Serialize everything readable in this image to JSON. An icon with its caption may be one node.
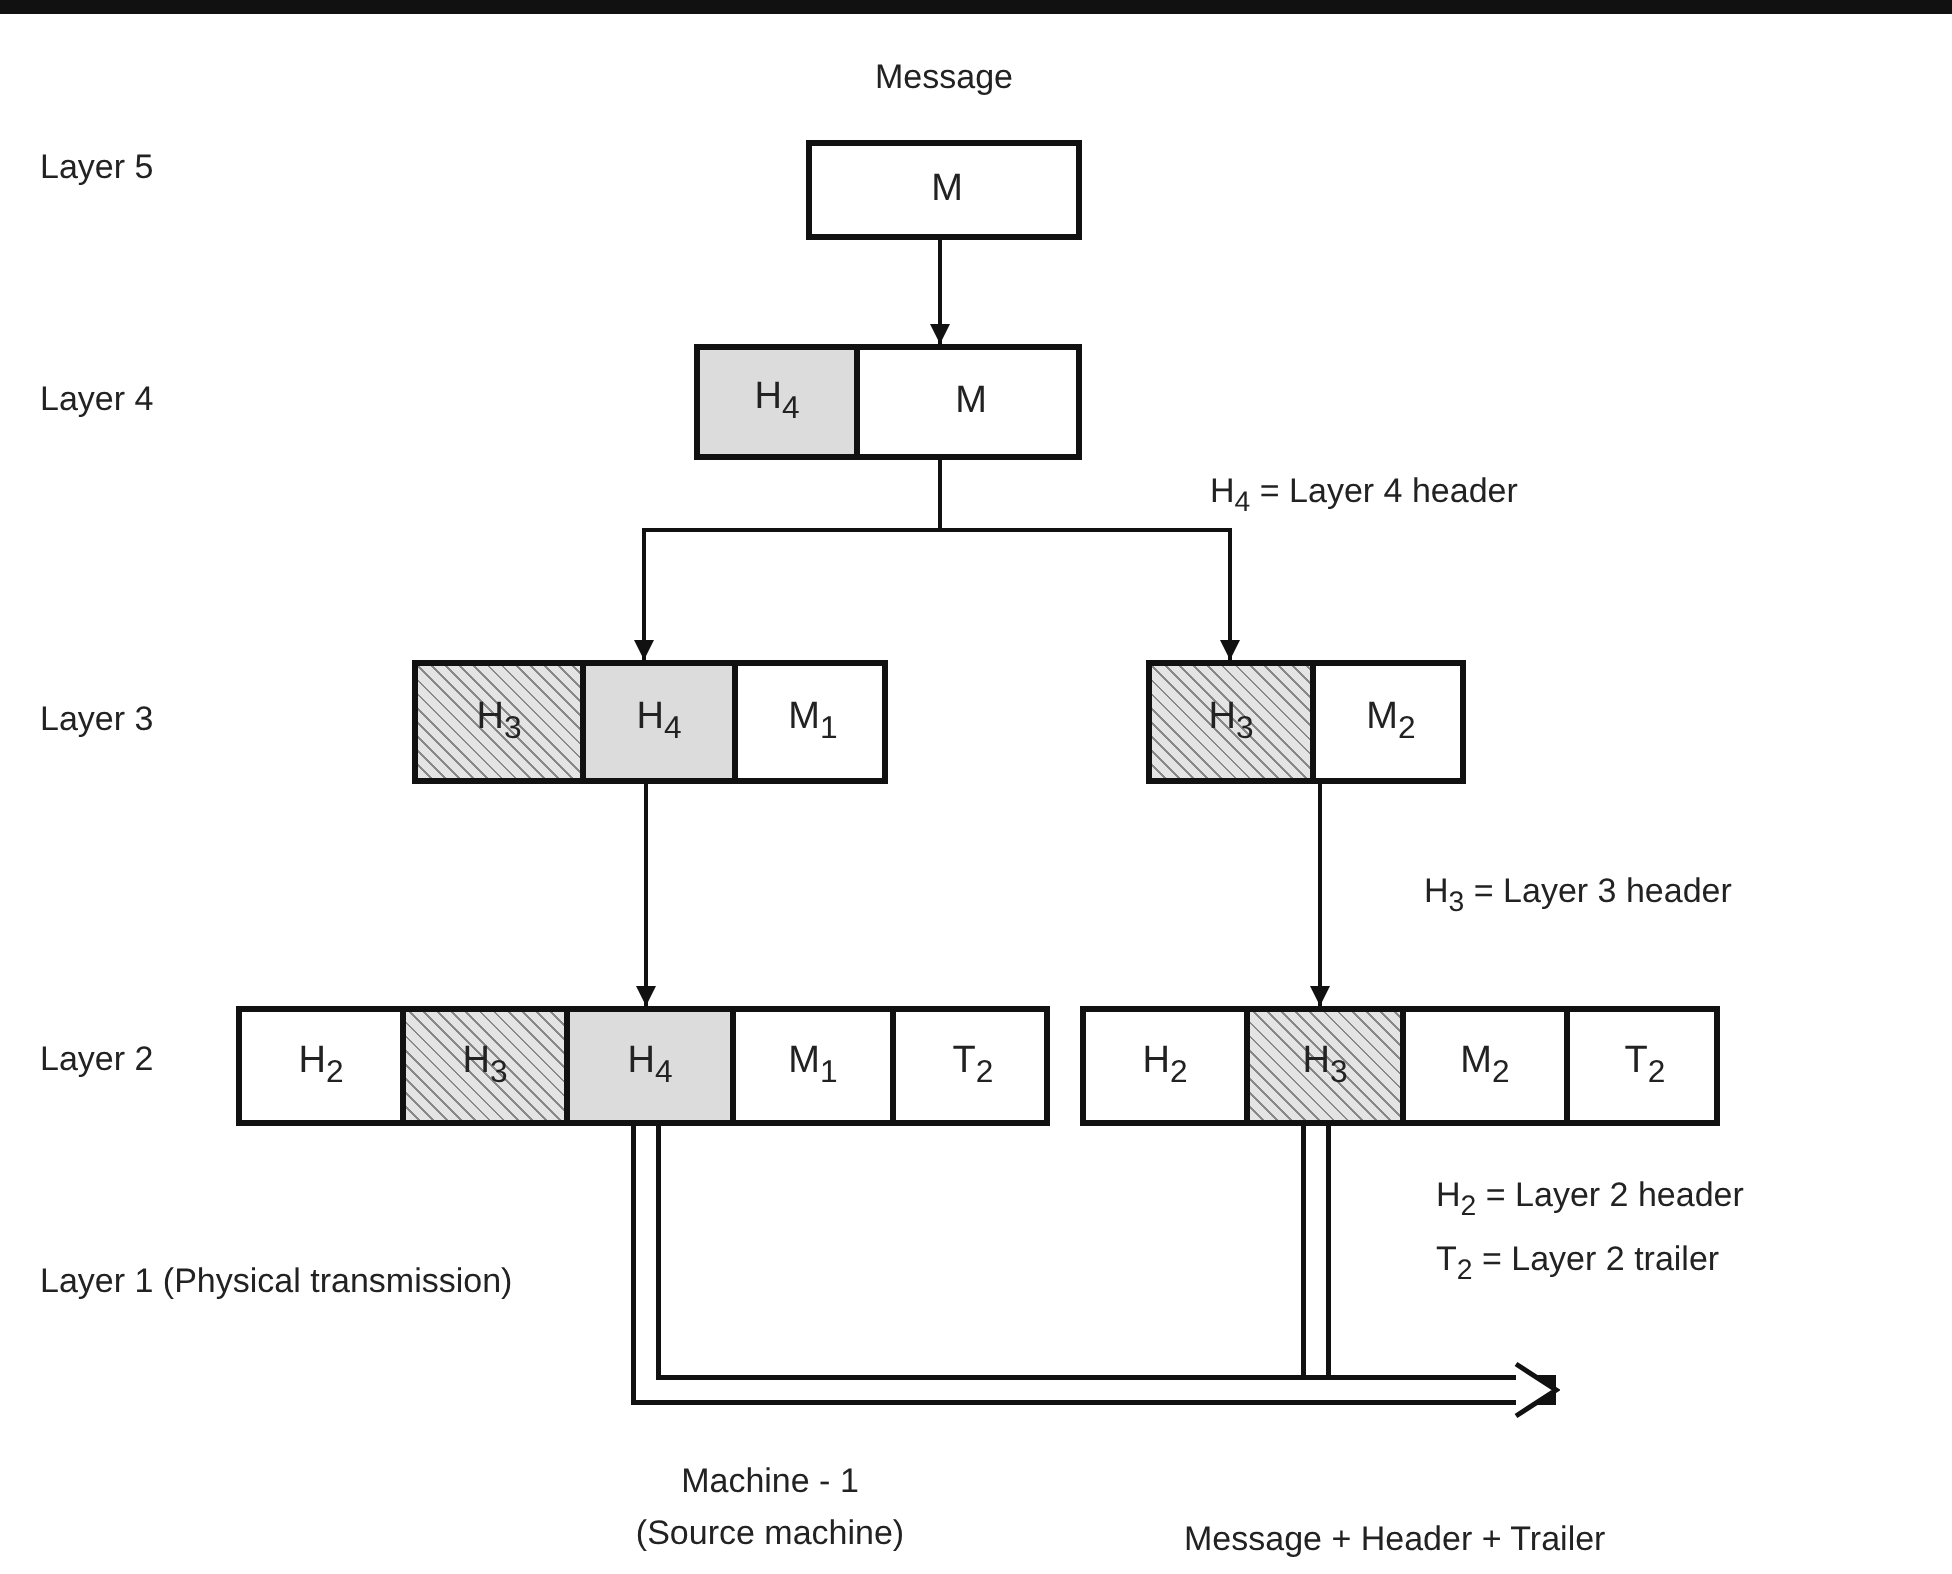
{
  "diagram": {
    "nodes": [
      {
        "text": [
          "Message"
        ]
      },
      {
        "text": [
          "M"
        ],
        "in": 0
      },
      {
        "text": [],
        "shape": "box"
      },
      {
        "text": [
          "H$_{4}$"
        ],
        "in": 2
      },
      {
        "text": [
          "M"
        ],
        "in": 2
      },
      {
        "text": [],
        "shape": "box"
      },
      {
        "text": [
          "H$_{3}$"
        ],
        "in": 5
      },
      {
        "text": [
          "H$_{4}$"
        ],
        "in": 5
      },
      {
        "text": [
          "M$_{1}$"
        ],
        "in": 5
      },
      {
        "text": [],
        "shape": "box"
      },
      {
        "text": [
          "H$_{3}$"
        ],
        "in": 9
      },
      {
        "text": [
          "M$_{2}$"
        ],
        "in": 9
      },
      {
        "text": [],
        "shape": "box"
      },
      {
        "text": [
          "H$_{2}$"
        ],
        "in": 12
      },
      {
        "text": [
          "H$_{3}$"
        ],
        "in": 12
      },
      {
        "text": [
          "H$_{4}$"
        ],
        "in": 12
      },
      {
        "text": [
          "M$_{1}$"
        ],
        "in": 12
      },
      {
        "text": [
          "T$_{2}$"
        ],
        "in": 12
      },
      {
        "text": [],
        "shape": "box"
      },
      {
        "text": [
          "H$_{2}$"
        ],
        "in": 18
      },
      {
        "text": [
          "H$_{3}$"
        ],
        "in": 18
      },
      {
        "text": [
          "M$_{2}$"
        ],
        "in": 18
      },
      {
        "text": [
          "T$_{2}$"
        ],
        "in": 18
      }
    ],
    "edges": [
      {
        "from": 0,
        "to": 2,
        "arrow": "to"
      },
      {
        "from": 2,
        "to": 5,
        "arrow": "to"
      },
      {
        "from": 2,
        "to": 9,
        "arrow": "to"
      },
      {
        "from": 5,
        "to": 12,
        "arrow": "to"
      },
      {
        "from": 9,
        "to": 18,
        "arrow": "to"
      },
      {
        "from": 12,
        "to": null,
        "arrow": "to",
        "style": "thick"
      },
      {
        "from": 18,
        "to": null,
        "arrow": "none",
        "style": "thick"
      }
    ],
    "labels": [
      "Layer 5",
      "Layer 4",
      "H$_{4}$ = Layer 4 header",
      "Layer 3",
      "H$_{3}$ = Layer 3 header",
      "Layer 2",
      "H$_{2}$ = Layer 2 header",
      "Layer 1 (Physical transmission)",
      "T$_{2}$ = Layer 2 trailer",
      "Machine - 1 (Source machine)",
      "Message + Header + Trailer"
    ]
  }
}
